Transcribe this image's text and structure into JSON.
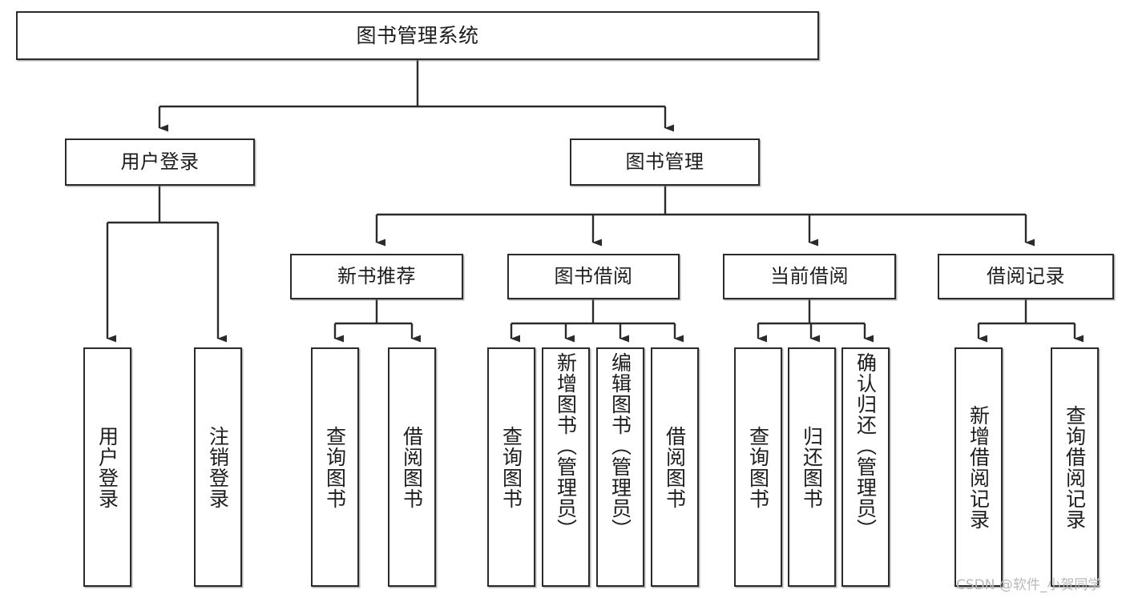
{
  "diagram": {
    "title": "图书管理系统",
    "type": "tree",
    "orientation": "top-down",
    "colors": {
      "node_border": "#2b2b2b",
      "node_fill": "#ffffff",
      "edge": "#2b2b2b",
      "text": "#1d1d1d",
      "watermark": "#b9b9b9",
      "background": "#ffffff"
    },
    "levels": {
      "root": [
        "图书管理系统"
      ],
      "level2": [
        "用户登录",
        "图书管理"
      ],
      "level3": [
        "新书推荐",
        "图书借阅",
        "当前借阅",
        "借阅记录"
      ],
      "leaves": [
        "用户登录",
        "注销登录",
        "查询图书",
        "借阅图书",
        "查询图书",
        "新增图书（管理员）",
        "编辑图书（管理员）",
        "借阅图书",
        "查询图书",
        "归还图书",
        "确认归还（管理员）",
        "新增借阅记录",
        "查询借阅记录"
      ]
    },
    "nodes": {
      "root": {
        "label": "图书管理系统"
      },
      "user_login": {
        "label": "用户登录"
      },
      "book_manage": {
        "label": "图书管理"
      },
      "new_book_rec": {
        "label": "新书推荐"
      },
      "book_borrow": {
        "label": "图书借阅"
      },
      "current_borrow": {
        "label": "当前借阅"
      },
      "borrow_record": {
        "label": "借阅记录"
      },
      "leaf_user_login": {
        "label": "用户登录"
      },
      "leaf_logout": {
        "label": "注销登录"
      },
      "leaf_query_book_1": {
        "label": "查询图书"
      },
      "leaf_borrow_book_1": {
        "label": "借阅图书"
      },
      "leaf_query_book_2": {
        "label": "查询图书"
      },
      "leaf_add_book": {
        "label": "新增图书（管理员）"
      },
      "leaf_edit_book": {
        "label": "编辑图书（管理员）"
      },
      "leaf_borrow_book_2": {
        "label": "借阅图书"
      },
      "leaf_query_book_3": {
        "label": "查询图书"
      },
      "leaf_return_book": {
        "label": "归还图书"
      },
      "leaf_confirm_return": {
        "label": "确认归还（管理员）"
      },
      "leaf_add_record": {
        "label": "新增借阅记录"
      },
      "leaf_query_record": {
        "label": "查询借阅记录"
      }
    },
    "edges": [
      {
        "from": "root",
        "to": "user_login"
      },
      {
        "from": "root",
        "to": "book_manage"
      },
      {
        "from": "user_login",
        "to": "leaf_user_login"
      },
      {
        "from": "user_login",
        "to": "leaf_logout"
      },
      {
        "from": "book_manage",
        "to": "new_book_rec"
      },
      {
        "from": "book_manage",
        "to": "book_borrow"
      },
      {
        "from": "book_manage",
        "to": "current_borrow"
      },
      {
        "from": "book_manage",
        "to": "borrow_record"
      },
      {
        "from": "new_book_rec",
        "to": "leaf_query_book_1"
      },
      {
        "from": "new_book_rec",
        "to": "leaf_borrow_book_1"
      },
      {
        "from": "book_borrow",
        "to": "leaf_query_book_2"
      },
      {
        "from": "book_borrow",
        "to": "leaf_add_book"
      },
      {
        "from": "book_borrow",
        "to": "leaf_edit_book"
      },
      {
        "from": "book_borrow",
        "to": "leaf_borrow_book_2"
      },
      {
        "from": "current_borrow",
        "to": "leaf_query_book_3"
      },
      {
        "from": "current_borrow",
        "to": "leaf_return_book"
      },
      {
        "from": "current_borrow",
        "to": "leaf_confirm_return"
      },
      {
        "from": "borrow_record",
        "to": "leaf_add_record"
      },
      {
        "from": "borrow_record",
        "to": "leaf_query_record"
      }
    ]
  },
  "watermark": {
    "text": "CSDN @软件_小贺同学"
  }
}
